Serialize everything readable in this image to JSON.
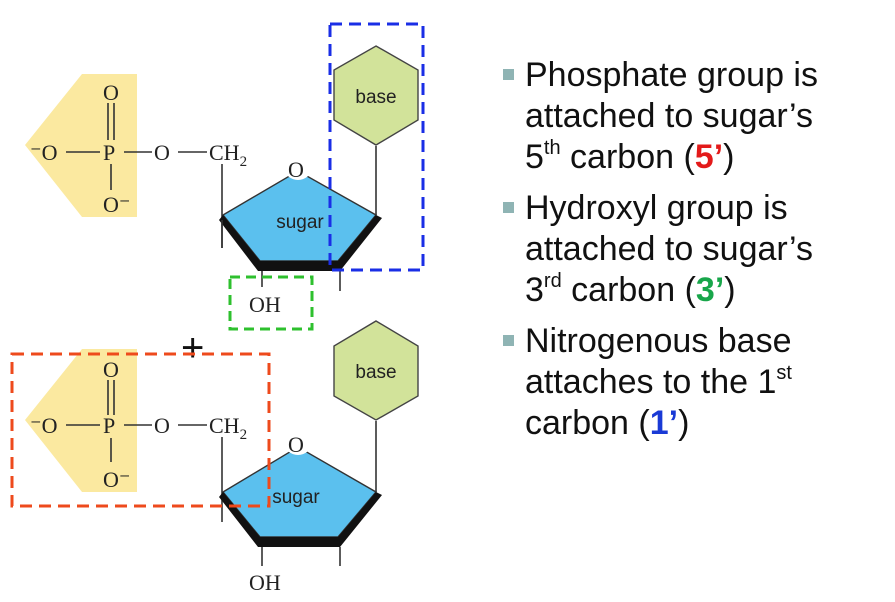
{
  "nucleotide_top": {
    "phosphate": {
      "O_top": "O",
      "O_left": "⁻O",
      "P": "P",
      "O_bridge": "O",
      "CH2": "CH",
      "CH2_sub": "2",
      "O_bottom": "O⁻"
    },
    "ring_O": "O",
    "sugar_label": "sugar",
    "base_label": "base",
    "OH": "OH"
  },
  "plus_sign": "+",
  "nucleotide_bottom": {
    "phosphate": {
      "O_top": "O",
      "O_left": "⁻O",
      "P": "P",
      "O_bridge": "O",
      "CH2": "CH",
      "CH2_sub": "2",
      "O_bottom": "O⁻"
    },
    "ring_O": "O",
    "sugar_label": "sugar",
    "base_label": "base",
    "OH": "OH"
  },
  "colors": {
    "phosphate_fill": "#fbe9a0",
    "sugar_fill": "#5bc0ee",
    "base_fill": "#d2e39a",
    "box_base": "#1a2ee6",
    "box_hydroxyl": "#2ec02e",
    "box_phosphate": "#ee4a1c",
    "five_prime": "#e31a1a",
    "three_prime": "#18a64a",
    "one_prime": "#1a3ad6",
    "bullet_marker": "#8fb4b4"
  },
  "bullets": [
    {
      "line1": "Phosphate group is",
      "line2": "attached to sugar’s",
      "num": "5",
      "sup": "th",
      "tail": " carbon (",
      "prime": "5’",
      "close": ")"
    },
    {
      "line1": "Hydroxyl group is",
      "line2": "attached to sugar’s",
      "num": "3",
      "sup": "rd",
      "tail": " carbon (",
      "prime": "3’",
      "close": ")"
    },
    {
      "line1": "Nitrogenous base",
      "line2_pre": "attaches to the 1",
      "line2_sup": "st",
      "line3": "carbon (",
      "prime": "1’",
      "close": ")"
    }
  ]
}
